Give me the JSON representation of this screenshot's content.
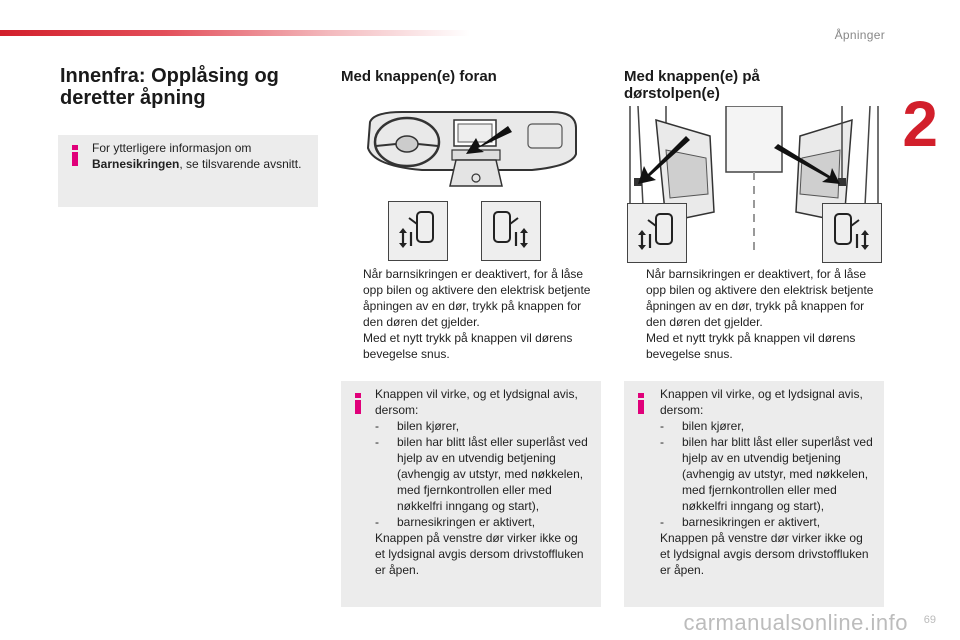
{
  "header": {
    "section_title": "Åpninger",
    "chapter_number": "2",
    "page_number": "69",
    "watermark": "carmanualsonline.info"
  },
  "left": {
    "title": "Innenfra: Opplåsing og deretter åpning",
    "info_prefix": "For ytterligere informasjon om ",
    "info_bold": "Barnesikringen",
    "info_suffix": ", se tilsvarende avsnitt."
  },
  "middle": {
    "title": "Med knappen(e) foran",
    "bullets": [
      "Når barnsikringen er deaktivert, for å låse opp bilen og aktivere den elektrisk betjente åpningen av en dør, trykk på knappen for den døren det gjelder.",
      "Med et nytt trykk på knappen vil dørens bevegelse snus."
    ],
    "note": {
      "intro": "Knappen vil virke, og et lydsignal avis, dersom:",
      "items": [
        "bilen kjører,",
        "bilen har blitt låst eller superlåst ved hjelp av en utvendig betjening (avhengig av utstyr, med nøkkelen, med fjernkontrollen eller med nøkkelfri inngang og start),",
        "barnesikringen er aktivert,"
      ],
      "outro": "Knappen på venstre dør virker ikke og et lydsignal avgis dersom drivstoffluken er åpen."
    }
  },
  "right": {
    "title": "Med knappen(e) på dørstolpen(e)",
    "bullets": [
      "Når barnsikringen er deaktivert, for å låse opp bilen og aktivere den elektrisk betjente åpningen av en dør, trykk på knappen for den døren det gjelder.",
      "Med et nytt trykk på knappen vil dørens bevegelse snus."
    ],
    "note": {
      "intro": "Knappen vil virke, og et lydsignal avis, dersom:",
      "items": [
        "bilen kjører,",
        "bilen har blitt låst eller superlåst ved hjelp av en utvendig betjening (avhengig av utstyr, med nøkkelen, med fjernkontrollen eller med nøkkelfri inngang og start),",
        "barnesikringen er aktivert,"
      ],
      "outro": "Knappen på venstre dør virker ikke og et lydsignal avgis dersom drivstoffluken er åpen."
    }
  },
  "glyphs": {
    "bullet_mark": "",
    "dash_mark": "-"
  },
  "colors": {
    "accent_red": "#d21f2b",
    "info_magenta": "#e0007a",
    "note_bg": "#ececec"
  }
}
